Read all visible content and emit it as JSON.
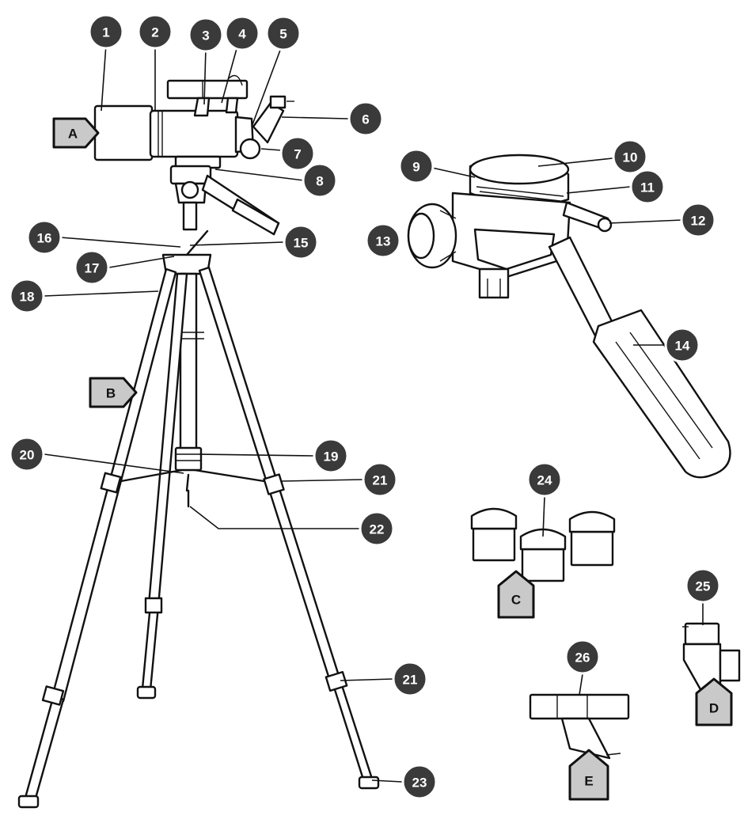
{
  "callouts": [
    "1",
    "2",
    "3",
    "4",
    "5",
    "6",
    "7",
    "8",
    "9",
    "10",
    "11",
    "12",
    "13",
    "14",
    "15",
    "16",
    "17",
    "18",
    "19",
    "20",
    "21",
    "21",
    "22",
    "23",
    "24",
    "25",
    "26"
  ],
  "tags": [
    "A",
    "B",
    "C",
    "D",
    "E"
  ]
}
